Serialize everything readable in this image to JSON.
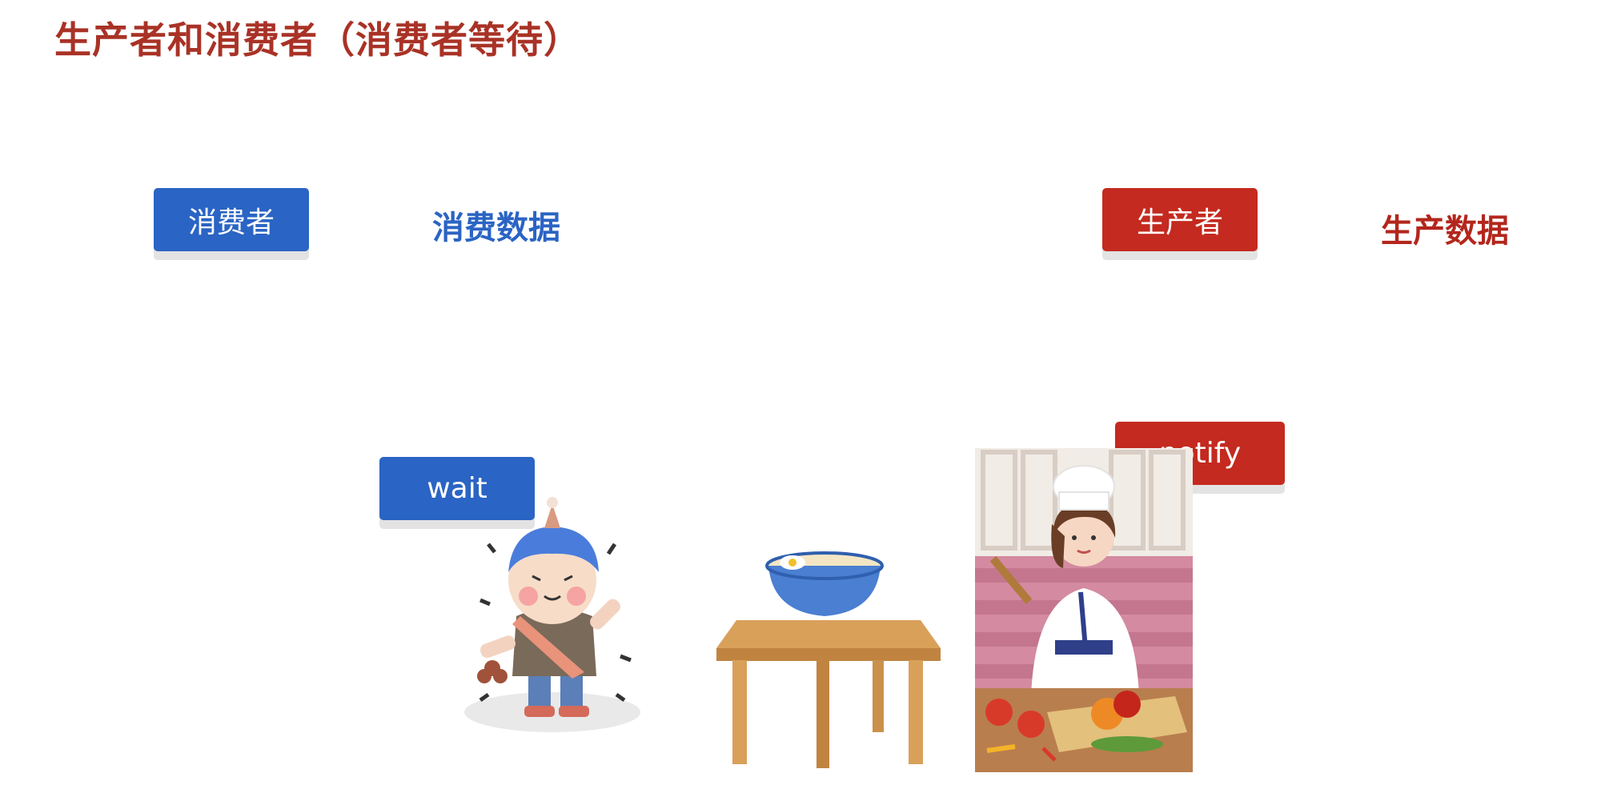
{
  "title": "生产者和消费者（消费者等待）",
  "consumer": {
    "tag": "消费者",
    "data_label": "消费数据",
    "wait_label": "wait"
  },
  "producer": {
    "tag": "生产者",
    "data_label": "生产数据",
    "notify_label": "notify"
  },
  "colors": {
    "title": "#a93226",
    "consumer": "#2a64c4",
    "producer": "#c42a1f"
  },
  "illustrations": [
    "foodie-character",
    "table-with-noodle-bowl",
    "chef-in-kitchen"
  ]
}
